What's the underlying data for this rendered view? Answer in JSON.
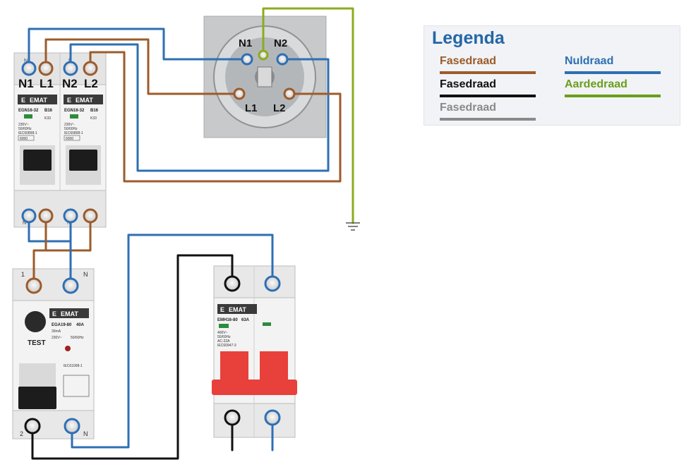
{
  "legend": {
    "title": "Legenda",
    "items": [
      {
        "label": "Fasedraad",
        "color": "#9c5b2a"
      },
      {
        "label": "Fasedraad",
        "color": "#111111"
      },
      {
        "label": "Fasedraad",
        "color": "#8a8a8a"
      },
      {
        "label": "Nuldraad",
        "color": "#2e6fb4"
      },
      {
        "label": "Aardedraad",
        "color": "#6a9e1b"
      }
    ]
  },
  "colors": {
    "fase_brown": "#9c5b2a",
    "fase_black": "#111111",
    "nul_blue": "#2e6fb4",
    "aarde_green": "#8bac1f",
    "breaker_red": "#e8403a",
    "brand_dark": "#3a3a3a"
  },
  "breaker_mcb": {
    "terminals": [
      "N1",
      "L1",
      "N2",
      "L2"
    ],
    "bottom_terminal_labels": [
      "N",
      "N"
    ],
    "left": {
      "brand": "EMAT",
      "model": "EGN16-32",
      "rating": "B16",
      "spec1": "230V~",
      "spec2": "50/60Hz",
      "spec3": "IEC60898-1",
      "spec4": "6000",
      "kind": "K33"
    },
    "right": {
      "brand": "EMAT",
      "model": "EGN16-32",
      "rating": "B16",
      "spec1": "230V~",
      "spec2": "50/60Hz",
      "spec3": "IEC60898-1",
      "spec4": "6000",
      "kind": "K33"
    }
  },
  "socket": {
    "labels": [
      "N1",
      "N2",
      "L1",
      "L2"
    ]
  },
  "rcd": {
    "brand": "EMAT",
    "model": "EGA19-80",
    "rating": "40A",
    "sensitivity": "30mA",
    "voltage": "230V~",
    "freq": "50/60Hz",
    "test_label": "TEST",
    "standard": "IEC61008-1",
    "top_labels": [
      "1",
      "N"
    ],
    "bottom_labels": [
      "2",
      "N"
    ]
  },
  "isolator": {
    "brand": "EMAT",
    "model": "EMH16-80",
    "rating": "63A",
    "spec1": "400V~",
    "spec2": "50/60Hz",
    "spec3": "AC-22A",
    "spec4": "IEC60947-3"
  }
}
